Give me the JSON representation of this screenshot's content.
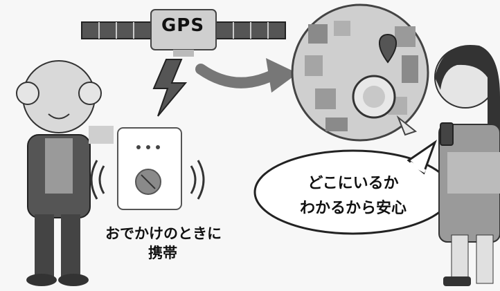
{
  "satellite": {
    "label": "GPS"
  },
  "device_caption": {
    "line1": "おでかけのときに",
    "line2": "携帯"
  },
  "speech_bubble": {
    "line1": "どこにいるか",
    "line2": "わかるから安心"
  },
  "icons": [
    "satellite-icon",
    "lightning-icon",
    "arrow-icon",
    "gps-tracker-icon",
    "map-magnifier-icon",
    "map-pin-icon",
    "smartphone-icon"
  ],
  "colors": {
    "background": "#f7f7f7",
    "dark": "#3a3a3a",
    "mid": "#8a8a8a",
    "light": "#d8d8d8"
  }
}
